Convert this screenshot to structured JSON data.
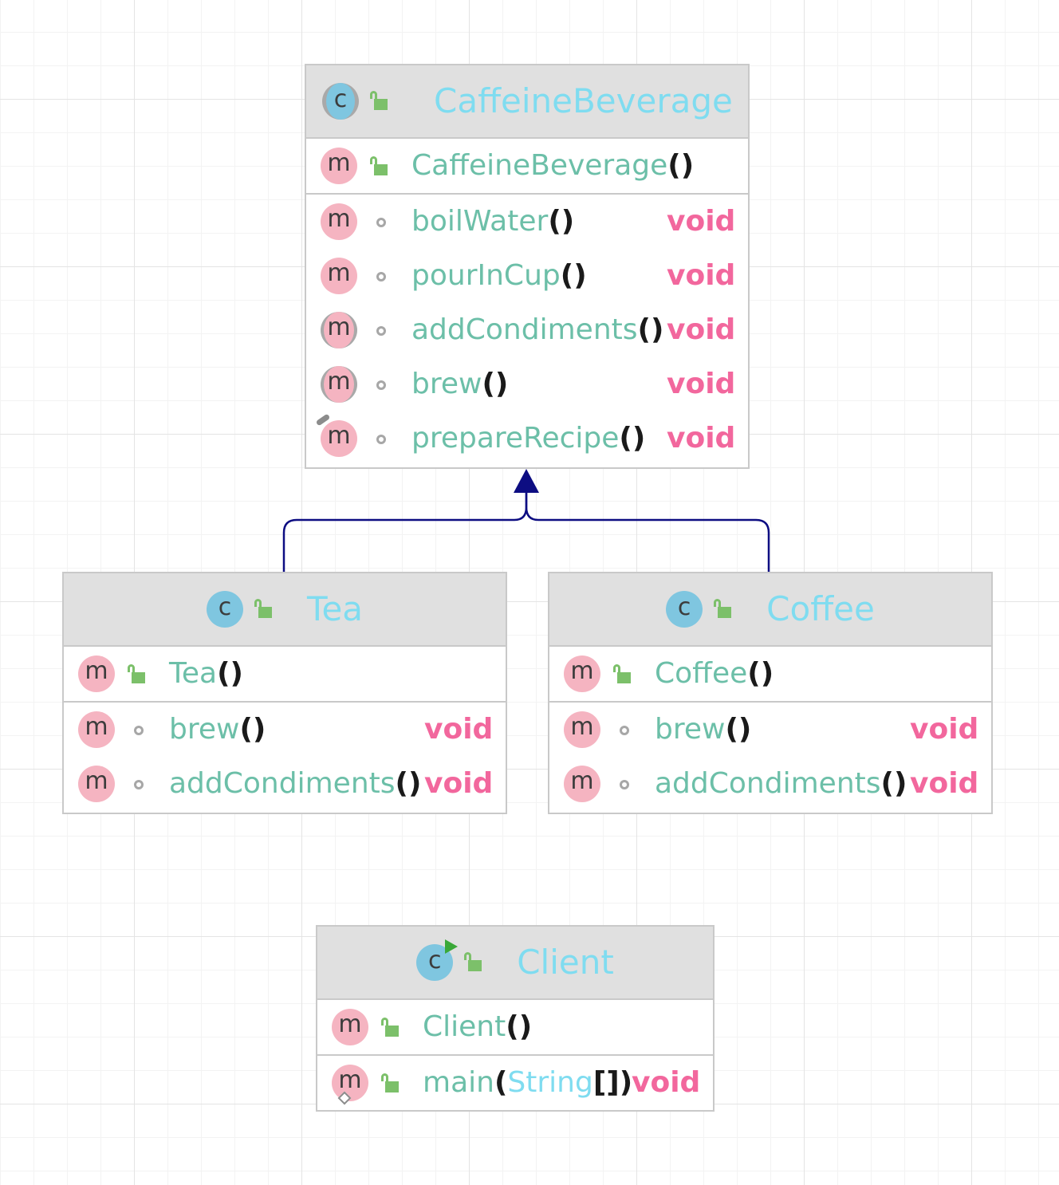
{
  "classes": [
    {
      "id": "caffeinebeverage",
      "name": "CaffeineBeverage",
      "constructors": [
        {
          "name": "CaffeineBeverage",
          "parens": "()"
        }
      ],
      "methods": [
        {
          "name": "boilWater",
          "parens": "()",
          "returns": "void"
        },
        {
          "name": "pourInCup",
          "parens": "()",
          "returns": "void"
        },
        {
          "name": "addCondiments",
          "parens": "()",
          "returns": "void"
        },
        {
          "name": "brew",
          "parens": "()",
          "returns": "void"
        },
        {
          "name": "prepareRecipe",
          "parens": "()",
          "returns": "void"
        }
      ]
    },
    {
      "id": "tea",
      "name": "Tea",
      "constructors": [
        {
          "name": "Tea",
          "parens": "()"
        }
      ],
      "methods": [
        {
          "name": "brew",
          "parens": "()",
          "returns": "void"
        },
        {
          "name": "addCondiments",
          "parens": "()",
          "returns": "void"
        }
      ]
    },
    {
      "id": "coffee",
      "name": "Coffee",
      "constructors": [
        {
          "name": "Coffee",
          "parens": "()"
        }
      ],
      "methods": [
        {
          "name": "brew",
          "parens": "()",
          "returns": "void"
        },
        {
          "name": "addCondiments",
          "parens": "()",
          "returns": "void"
        }
      ]
    },
    {
      "id": "client",
      "name": "Client",
      "constructors": [
        {
          "name": "Client",
          "parens": "()"
        }
      ],
      "methods": [
        {
          "name": "main",
          "open": "(",
          "param_type": "String",
          "close": "[])",
          "returns": "void"
        }
      ]
    }
  ],
  "icons": {
    "class_letter": "c",
    "method_letter": "m"
  },
  "relations": [
    {
      "type": "extends",
      "from": "Tea",
      "to": "CaffeineBeverage"
    },
    {
      "type": "extends",
      "from": "Coffee",
      "to": "CaffeineBeverage"
    }
  ],
  "colors": {
    "class_name": "#7fdcf0",
    "method_name": "#6cbfa8",
    "return_type": "#f2679d",
    "inheritance_edge": "#0d0d82"
  }
}
